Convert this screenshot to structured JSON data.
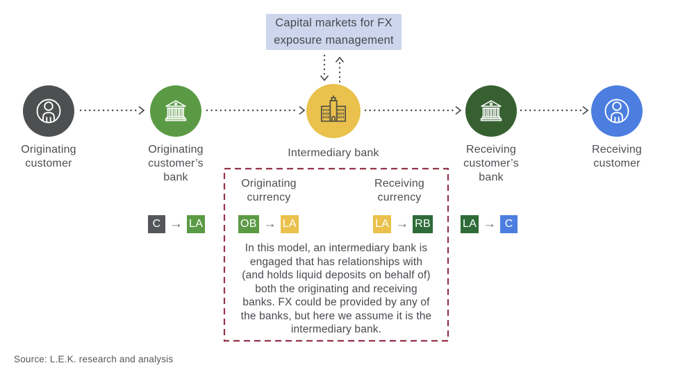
{
  "header": {
    "capital_markets_label": "Capital markets for FX\nexposure management",
    "box_color": "#cdd6ed"
  },
  "nodes": [
    {
      "label": "Originating\ncustomer",
      "color": "#4d4f50",
      "icon": "person-icon"
    },
    {
      "label": "Originating\ncustomer’s\nbank",
      "color": "#5b9a45",
      "icon": "bank-icon"
    },
    {
      "label": "Intermediary bank",
      "color": "#e9c14c",
      "icon": "building-icon"
    },
    {
      "label": "Receiving\ncustomer’s\nbank",
      "color": "#366030",
      "icon": "bank-icon"
    },
    {
      "label": "Receiving\ncustomer",
      "color": "#4c7ee0",
      "icon": "person-icon"
    }
  ],
  "tags": {
    "arrow": "→",
    "pairs": [
      {
        "from": "C",
        "from_color": "#54565a",
        "to": "LA",
        "to_color": "#5b9a45"
      },
      {
        "from": "OB",
        "from_color": "#5b9a45",
        "to": "LA",
        "to_color": "#e9c14c"
      },
      {
        "from": "LA",
        "from_color": "#e9c14c",
        "to": "RB",
        "to_color": "#2e6b38"
      },
      {
        "from": "LA",
        "from_color": "#2e6b38",
        "to": "C",
        "to_color": "#4c7ee0"
      }
    ]
  },
  "annotation": {
    "originating_currency": "Originating\ncurrency",
    "receiving_currency": "Receiving\ncurrency",
    "body": "In this model, an intermediary bank is\nengaged that has relationships with\n(and holds liquid deposits on behalf of)\nboth the originating and receiving\nbanks.  FX could be provided by any of\nthe banks, but here we assume it is the\nintermediary bank.",
    "border_color": "#943247"
  },
  "footer": {
    "source": "Source: L.E.K. research and analysis"
  }
}
